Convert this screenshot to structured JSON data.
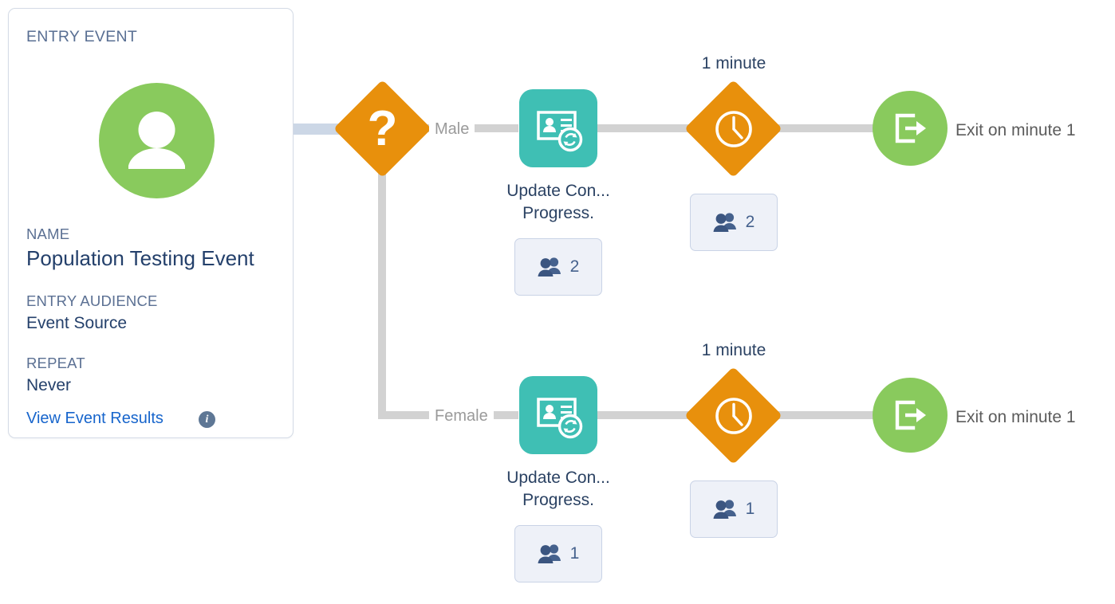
{
  "entry_card": {
    "header": "ENTRY EVENT",
    "avatar_icon": "person-avatar-icon",
    "name_label": "NAME",
    "name_value": "Population Testing Event",
    "audience_label": "ENTRY AUDIENCE",
    "audience_value": "Event Source",
    "repeat_label": "REPEAT",
    "repeat_value": "Never",
    "results_link": "View Event Results",
    "info_icon": "i"
  },
  "decision": {
    "glyph": "?",
    "icon": "decision-split-icon",
    "color": "#e8900c"
  },
  "branches": [
    {
      "label": "Male",
      "activity": {
        "icon": "update-contact-icon",
        "caption_line1": "Update Con...",
        "caption_line2": "Progress.",
        "color": "#3fbfb4",
        "badge_count": "2",
        "badge_icon": "contacts-icon"
      },
      "wait": {
        "label": "1 minute",
        "icon": "clock-icon",
        "color": "#e8900c",
        "badge_count": "2",
        "badge_icon": "contacts-icon"
      },
      "exit": {
        "label": "Exit on minute 1",
        "icon": "exit-arrow-icon",
        "color": "#89ca5d"
      }
    },
    {
      "label": "Female",
      "activity": {
        "icon": "update-contact-icon",
        "caption_line1": "Update Con...",
        "caption_line2": "Progress.",
        "color": "#3fbfb4",
        "badge_count": "1",
        "badge_icon": "contacts-icon"
      },
      "wait": {
        "label": "1 minute",
        "icon": "clock-icon",
        "color": "#e8900c",
        "badge_count": "1",
        "badge_icon": "contacts-icon"
      },
      "exit": {
        "label": "Exit on minute 1",
        "icon": "exit-arrow-icon",
        "color": "#89ca5d"
      }
    }
  ]
}
